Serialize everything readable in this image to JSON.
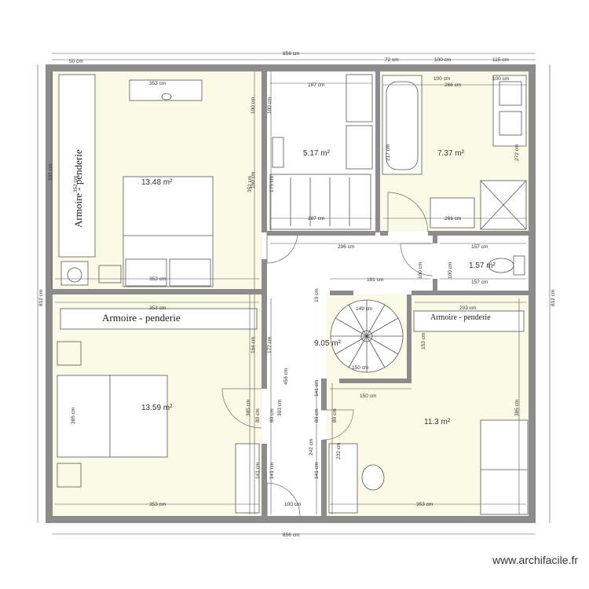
{
  "dimensions": {
    "overall_top": "856 cm",
    "overall_bottom": "856 cm",
    "height_left": "812 cm",
    "height_right": "812 cm",
    "top_50": "50 cm",
    "top_72": "72 cm",
    "top_100": "100 cm",
    "top_115": "115 cm",
    "d_331": "331 cm",
    "d_353a": "353 cm",
    "d_353b": "353 cm",
    "d_353c": "353 cm",
    "d_353d": "353 cm",
    "d_353e": "353 cm",
    "d_352a": "352 cm",
    "d_352b": "352 cm",
    "d_100a": "100 cm",
    "d_100b": "100 cm",
    "d_100c": "100 cm",
    "d_100d": "100 cm",
    "d_100e": "100 cm",
    "d_100f": "100 cm",
    "d_100g": "100 cm",
    "d_187a": "187 cm",
    "d_187b": "187 cm",
    "d_160": "160 cm",
    "d_175": "175 cm",
    "d_217": "217 cm",
    "d_272": "272 cm",
    "d_266a": "266 cm",
    "d_266b": "266 cm",
    "d_296": "296 cm",
    "d_157a": "157 cm",
    "d_157b": "157 cm",
    "d_191": "191 cm",
    "d_10": "10 cm",
    "d_149": "149 cm",
    "d_150a": "150 cm",
    "d_150b": "150 cm",
    "d_203": "203 cm",
    "d_153": "153 cm",
    "d_164": "164 cm",
    "d_172": "172 cm",
    "d_456": "456 cm",
    "d_385a": "385 cm",
    "d_385b": "385 cm",
    "d_385c": "385 cm",
    "d_303": "303 cm",
    "d_80a": "80 cm",
    "d_80b": "80 cm",
    "d_80c": "80 cm",
    "d_80d": "80 cm",
    "d_141a": "141 cm",
    "d_141b": "141 cm",
    "d_141c": "141 cm",
    "d_141d": "141 cm",
    "d_242": "242 cm",
    "d_232": "232 cm"
  },
  "rooms": {
    "bedroom_1": "13.48 m²",
    "bathroom": "5.17 m²",
    "shower_room": "7.37 m²",
    "wc": "1.57 m²",
    "landing": "9.05 m²",
    "bedroom_2": "13.59 m²",
    "bedroom_3": "11.3 m²"
  },
  "labels": {
    "wardrobe_1": "Armoire - penderie",
    "wardrobe_2": "Armoire - penderie",
    "wardrobe_3": "Armoire - penderie"
  },
  "watermark": "www.archifacile.fr",
  "colors": {
    "wall": "#8c8c8c",
    "floor": "#fafae6",
    "floor_alt": "#ffffff",
    "dim_line": "#555555"
  }
}
